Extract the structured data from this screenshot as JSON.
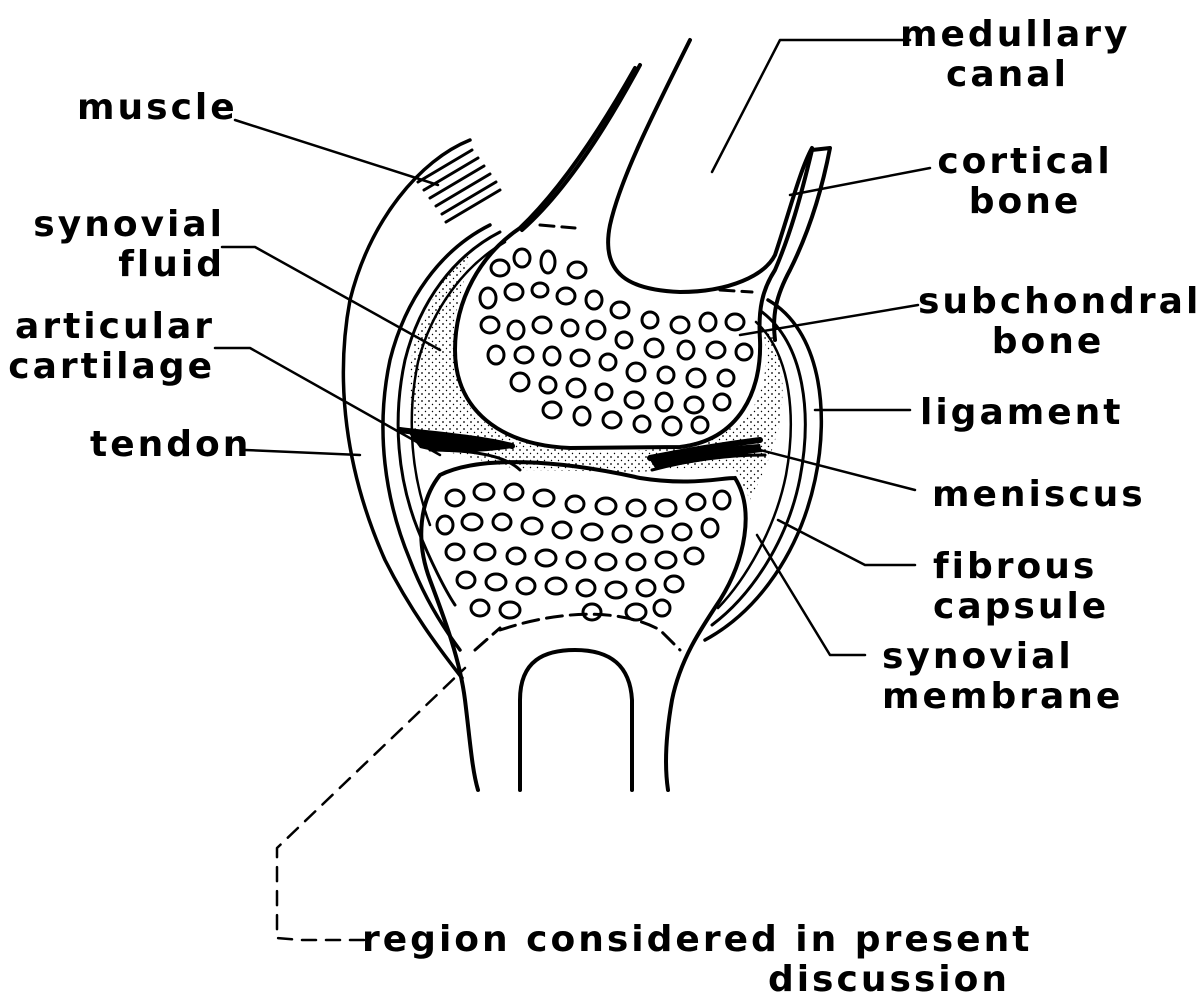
{
  "labels": {
    "medullary_canal": [
      "medullary",
      "canal"
    ],
    "muscle": "muscle",
    "cortical_bone": [
      "cortical",
      "bone"
    ],
    "synovial_fluid": [
      "synovial",
      "fluid"
    ],
    "subchondral_bone": [
      "subchondral",
      "bone"
    ],
    "articular_cartilage": [
      "articular",
      "cartilage"
    ],
    "ligament": "ligament",
    "tendon": "tendon",
    "meniscus": "meniscus",
    "fibrous_capsule": [
      "fibrous",
      "capsule"
    ],
    "synovial_membrane": [
      "synovial",
      "membrane"
    ],
    "region": [
      "region considered in present",
      "discussion"
    ]
  }
}
